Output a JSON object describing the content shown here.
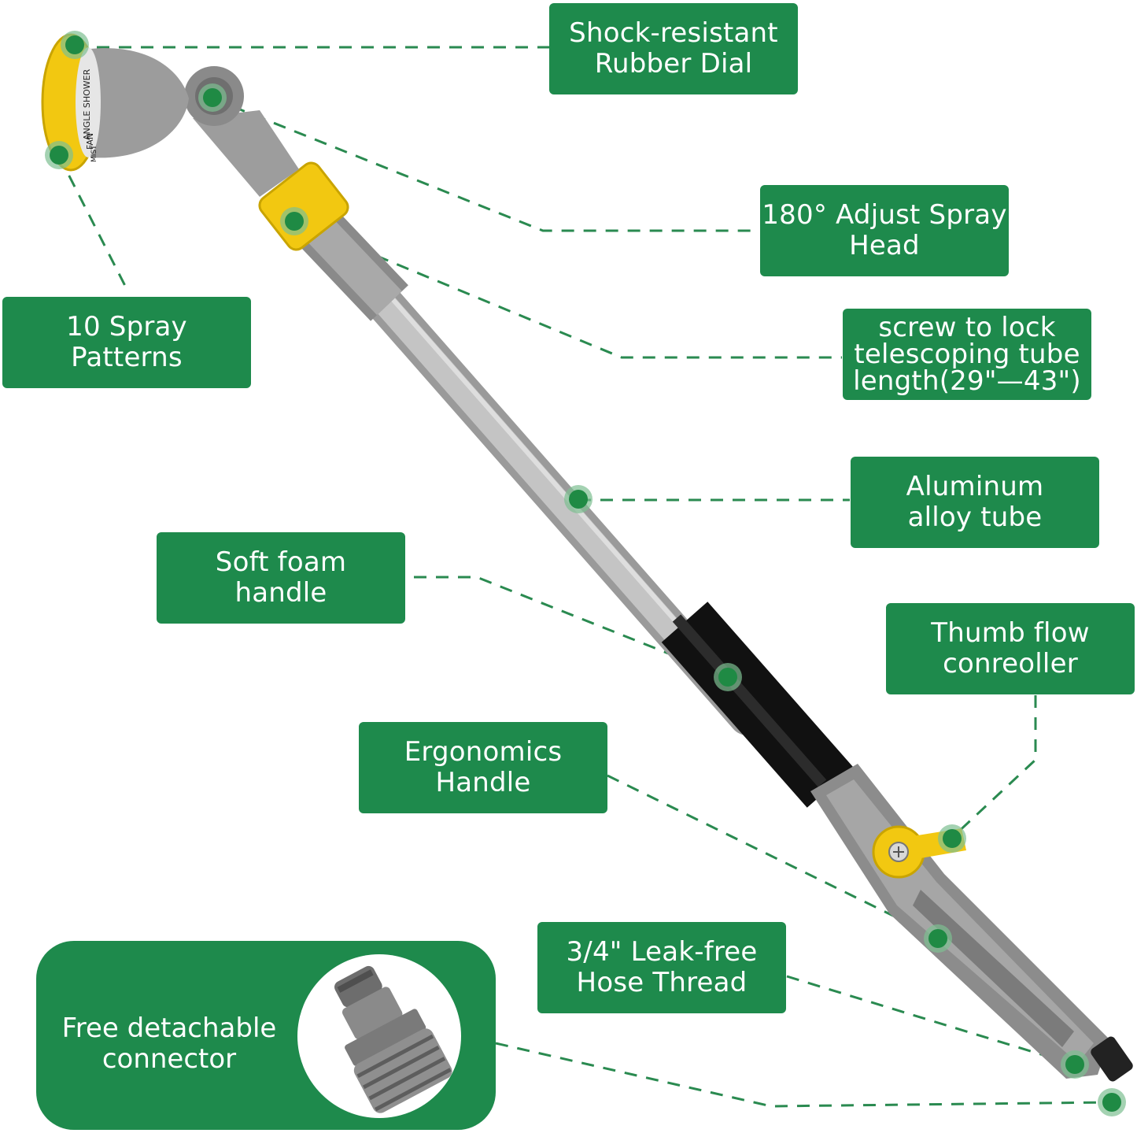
{
  "callouts": {
    "rubber_dial": [
      "Shock-resistant",
      "Rubber Dial"
    ],
    "spray_head": [
      "180° Adjust Spray",
      "Head"
    ],
    "spray_patterns": [
      "10 Spray",
      "Patterns"
    ],
    "telescoping": [
      "screw to lock",
      "telescoping tube",
      "length(29\"—43\")"
    ],
    "aluminum": [
      "Aluminum",
      "alloy tube"
    ],
    "foam_handle": [
      "Soft foam",
      "handle"
    ],
    "thumb_flow": [
      "Thumb flow",
      "conreoller"
    ],
    "ergonomics": [
      "Ergonomics",
      "Handle"
    ],
    "hose_thread": [
      "3/4\" Leak-free",
      "Hose Thread"
    ],
    "connector": [
      "Free detachable",
      "connector"
    ]
  },
  "nozzle_dial_text": [
    "ANGLE SHOWER",
    "FAN",
    "MIST"
  ],
  "colors": {
    "label_green": "#1e8a4c",
    "dot_green": "#1f8a44",
    "tube_gray": "#b9b9b9",
    "accent_yellow": "#f2c811",
    "foam_black": "#1a1a1a"
  }
}
